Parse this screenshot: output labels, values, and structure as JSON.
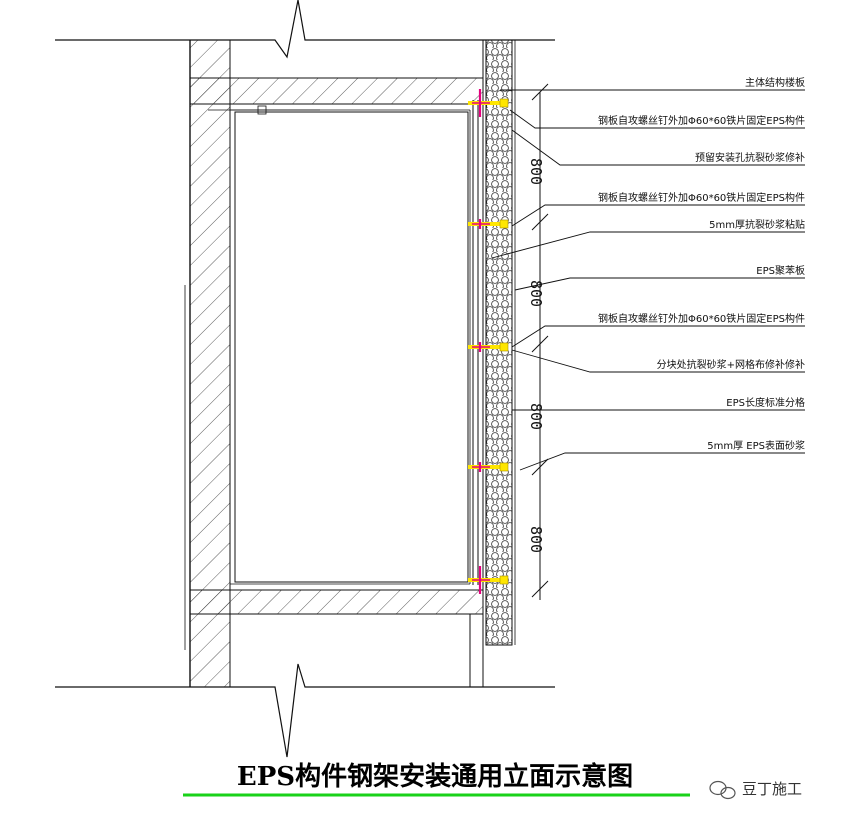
{
  "title": "EPS构件钢架安装通用立面示意图",
  "watermark": "豆丁施工",
  "annotations": {
    "a1": "主体结构楼板",
    "a2": "钢板自攻螺丝钉外加Φ60*60铁片固定EPS构件",
    "a3": "预留安装孔抗裂砂浆修补",
    "a4": "钢板自攻螺丝钉外加Φ60*60铁片固定EPS构件",
    "a5": "5mm厚抗裂砂浆粘贴",
    "a6": "EPS聚苯板",
    "a7": "钢板自攻螺丝钉外加Φ60*60铁片固定EPS构件",
    "a8": "分块处抗裂砂浆+网格布修补修补",
    "a9": "EPS长度标准分格",
    "a10": "5mm厚 EPS表面砂浆"
  },
  "dimensions": [
    "800",
    "800",
    "800",
    "800"
  ],
  "colors": {
    "line": "#111111",
    "anchor": "#e6007e",
    "bracket": "#ffe600",
    "underline": "#19d219"
  }
}
